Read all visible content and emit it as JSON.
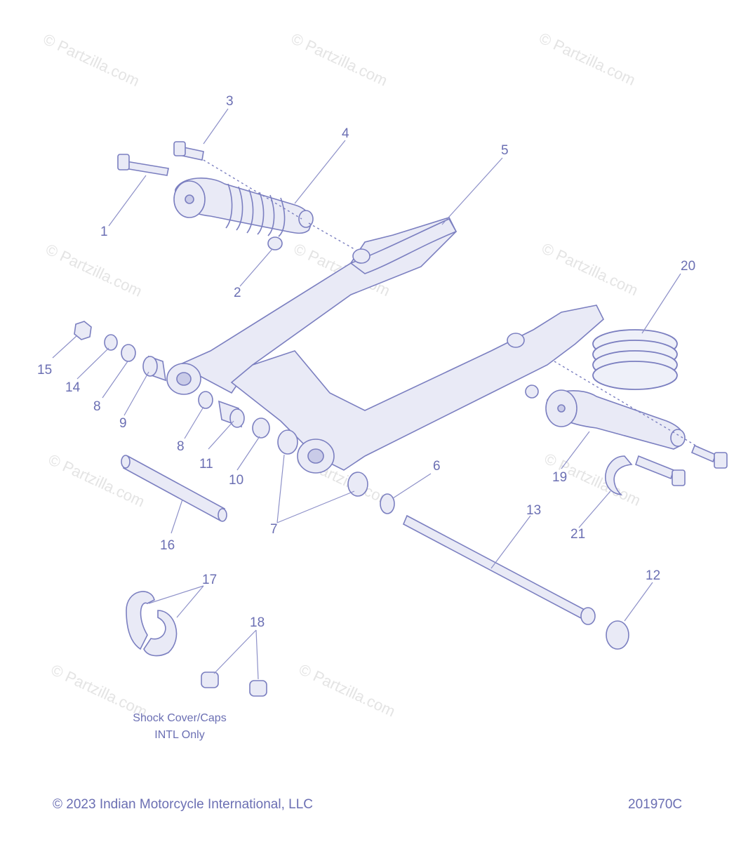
{
  "callouts": [
    "1",
    "2",
    "3",
    "4",
    "5",
    "6",
    "7",
    "8",
    "8",
    "9",
    "10",
    "11",
    "12",
    "13",
    "14",
    "15",
    "16",
    "17",
    "18",
    "19",
    "20",
    "21"
  ],
  "watermark": "© Partzilla.com",
  "note": {
    "line1": "Shock Cover/Caps",
    "line2": "INTL Only"
  },
  "footer": {
    "copyright": "© 2023 Indian Motorcycle International, LLC",
    "code": "201970C"
  }
}
